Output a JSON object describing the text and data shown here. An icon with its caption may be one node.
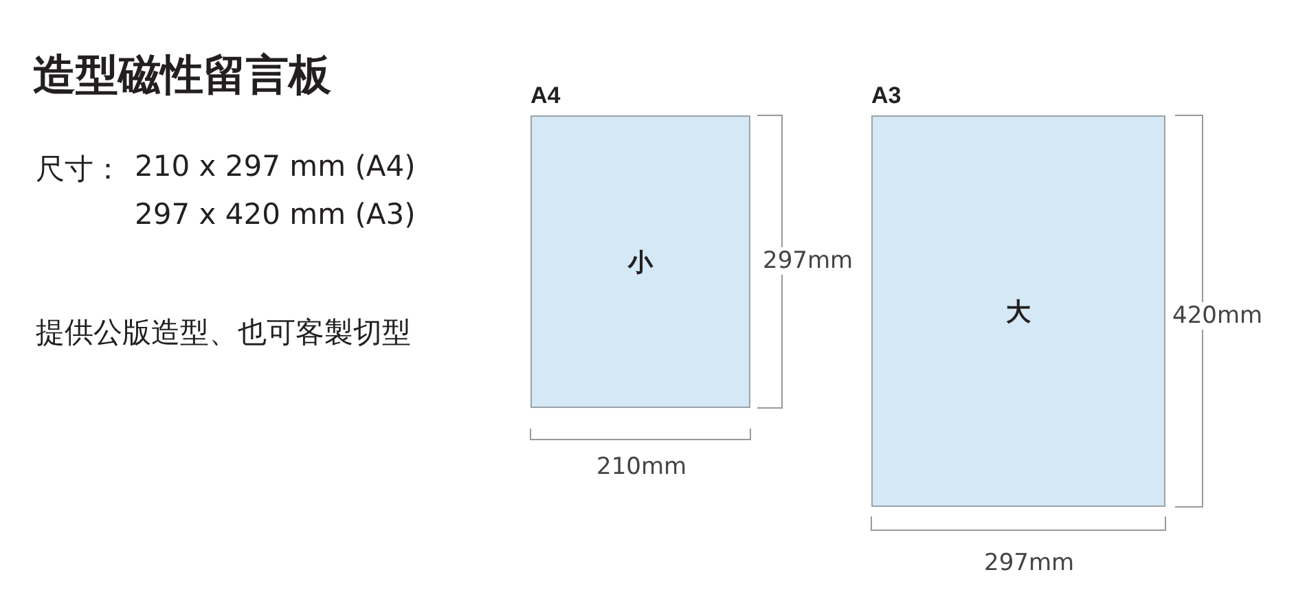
{
  "diagram": {
    "title": "造型磁性留言板",
    "nodes": [
      {
        "text": [
          "A4",
          "小"
        ]
      },
      {
        "text": [
          "A3",
          "大"
        ]
      }
    ],
    "edges": [],
    "labels": [
      "尺寸：",
      "210 x 297 mm (A4)",
      "297 x 420 mm (A3)",
      "提供公版造型、也可客製切型",
      "297mm",
      "210mm",
      "420mm",
      "297mm"
    ]
  }
}
